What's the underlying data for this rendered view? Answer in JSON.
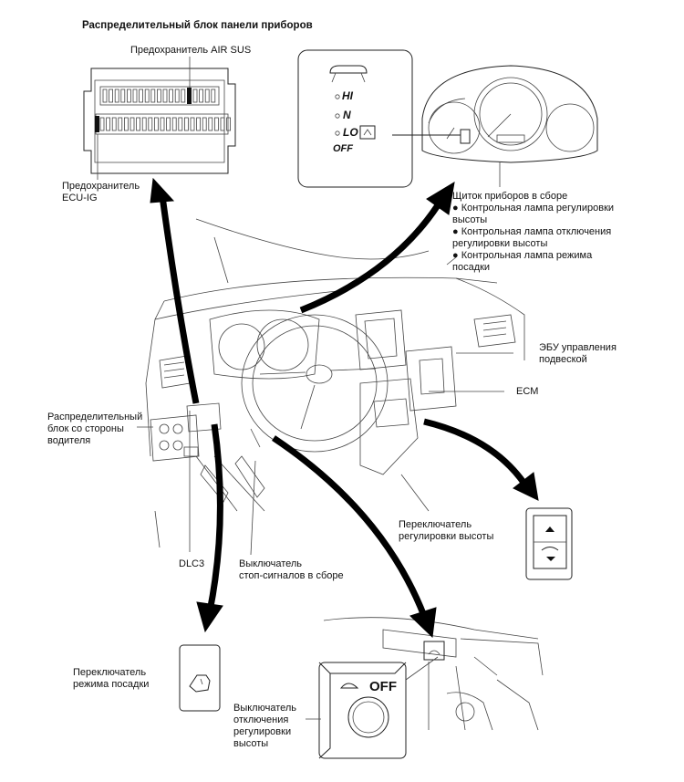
{
  "title": "Распределительный блок панели приборов",
  "labels": {
    "fuse_air_sus": "Предохранитель AIR SUS",
    "fuse_ecu_ig": [
      "Предохранитель",
      "ECU-IG"
    ],
    "driver_junction_block": [
      "Распределительный",
      "блок со стороны",
      "водителя"
    ],
    "dlc3": "DLC3",
    "stop_light_switch": [
      "Выключатель",
      "стоп-сигналов в сборе"
    ],
    "combination_meter": [
      "Щиток приборов в сборе",
      "● Контрольная лампа регулировки",
      "высоты",
      "● Контрольная лампа отключения",
      "регулировки высоты",
      "● Контрольная лампа режима",
      "посадки"
    ],
    "suspension_ecu": [
      "ЭБУ управления",
      "подвеской"
    ],
    "ecm": "ECM",
    "height_control_switch": [
      "Переключатель",
      "регулировки высоты"
    ],
    "boarding_mode_switch": [
      "Переключатель",
      "режима посадки"
    ],
    "height_off_switch": [
      "Выключатель",
      "отключения",
      "регулировки",
      "высоты"
    ]
  },
  "indicator_panel": {
    "hi": "HI",
    "n": "N",
    "lo": "LO",
    "off": "OFF"
  },
  "off_switch_text": "OFF"
}
